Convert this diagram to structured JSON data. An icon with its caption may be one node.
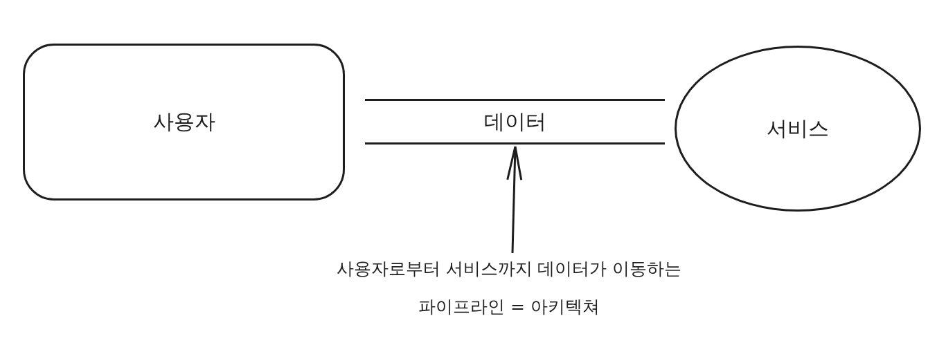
{
  "diagram": {
    "nodes": [
      {
        "text": [
          "사용자"
        ]
      },
      {
        "text": [
          "데이터"
        ]
      },
      {
        "text": [
          "서비스"
        ]
      },
      {
        "text": [
          "사용자로부터 서비스까지 데이터가 이동하는 파이프라인 = 아키텍쳐"
        ]
      }
    ],
    "edges": [
      {
        "from": 3,
        "to": 1,
        "arrow": "to"
      }
    ]
  }
}
